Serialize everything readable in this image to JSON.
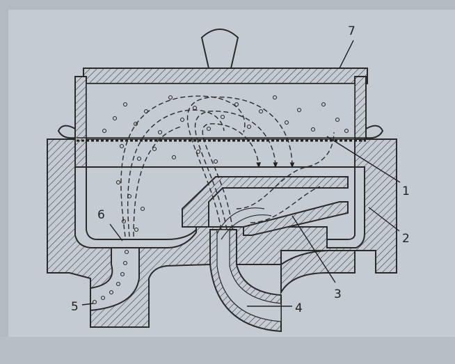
{
  "diagram": {
    "callouts": [
      {
        "id": "callout-1",
        "text": "1"
      },
      {
        "id": "callout-2",
        "text": "2"
      },
      {
        "id": "callout-3",
        "text": "3"
      },
      {
        "id": "callout-4",
        "text": "4"
      },
      {
        "id": "callout-5",
        "text": "5"
      },
      {
        "id": "callout-6",
        "text": "6"
      },
      {
        "id": "callout-7",
        "text": "7"
      }
    ],
    "colors": {
      "background": "#b3bac2",
      "panel": "#c5cbd2",
      "line": "#2a2a2a",
      "hatch_background": "#c5cbd2"
    }
  }
}
